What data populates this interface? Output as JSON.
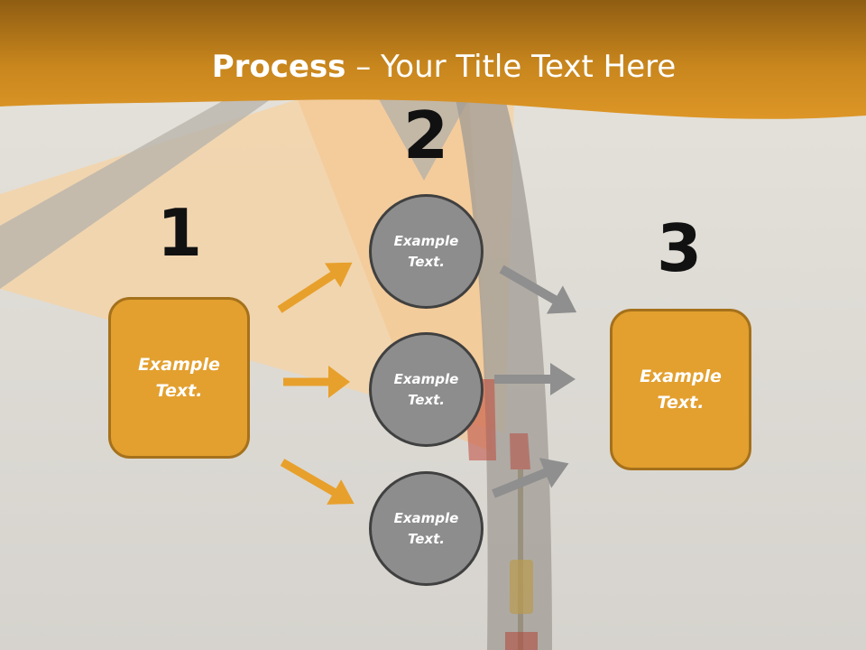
{
  "slide": {
    "title_bold": "Process",
    "title_rest": " – Your Title Text Here",
    "steps": [
      "1",
      "2",
      "3"
    ],
    "left_box": "Example Text.",
    "right_box": "Example Text.",
    "circles": [
      "Example Text.",
      "Example Text.",
      "Example Text."
    ]
  },
  "colors": {
    "header": "#d48f1f",
    "box_fill": "#e3a02f",
    "circle_fill": "#8d8d8d",
    "arrow_orange": "#e8a02c",
    "arrow_gray": "#8f8f8f"
  }
}
